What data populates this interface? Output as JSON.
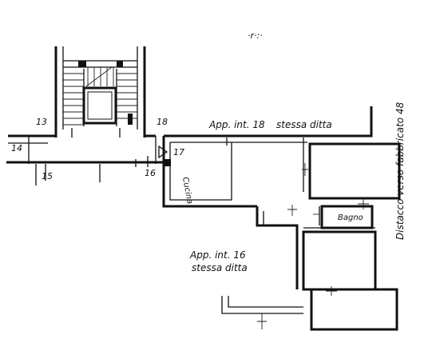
{
  "plan": {
    "header_mark": "·r·:·",
    "labels": {
      "app_int_18": "App. int. 18",
      "stessa_ditta_top": "stessa ditta",
      "cucina": "Cucina",
      "bagno": "Bagno",
      "app_int_16": "App. int. 16",
      "stessa_ditta_bottom": "stessa ditta",
      "distacco": "Distacco verso fabbricato 48"
    },
    "points": {
      "p13": "13",
      "p14": "14",
      "p15": "15",
      "p16": "16",
      "p17": "17",
      "p18": "18"
    }
  }
}
